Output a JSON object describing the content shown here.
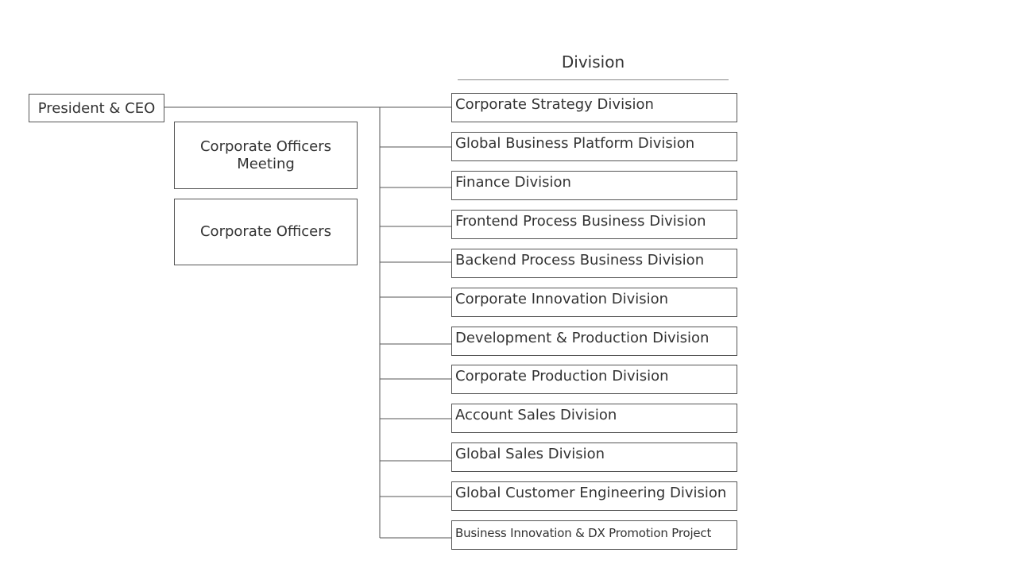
{
  "ceo": {
    "label": "President & CEO"
  },
  "officers_meeting": {
    "line1": "Corporate Officers",
    "line2": "Meeting"
  },
  "officers": {
    "label": "Corporate Officers"
  },
  "division_header": "Division",
  "divisions": [
    {
      "label": "Corporate Strategy Division"
    },
    {
      "label": "Global Business Platform Division"
    },
    {
      "label": "Finance Division"
    },
    {
      "label": "Frontend Process Business Division"
    },
    {
      "label": "Backend Process Business Division"
    },
    {
      "label": "Corporate Innovation Division"
    },
    {
      "label": "Development & Production Division"
    },
    {
      "label": "Corporate Production Division"
    },
    {
      "label": "Account Sales Division"
    },
    {
      "label": "Global Sales Division"
    },
    {
      "label": "Global Customer Engineering Division"
    },
    {
      "label": "Business Innovation & DX Promotion Project"
    }
  ]
}
